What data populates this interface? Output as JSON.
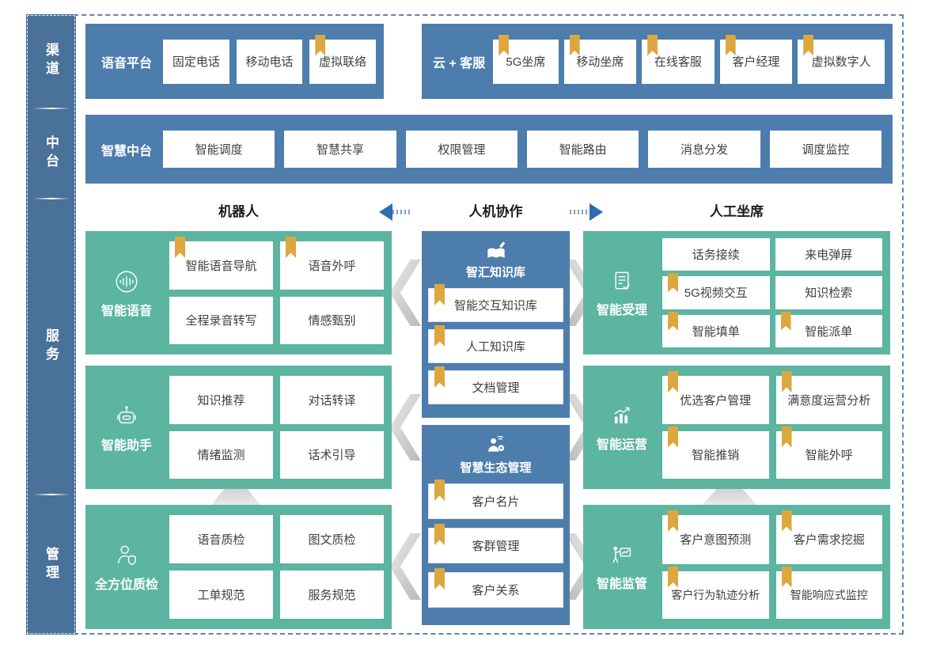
{
  "colors": {
    "block_blue": "#4d7dad",
    "sidebar_blue": "#4a7199",
    "teal": "#5bb5a0",
    "bookmark_gold": "#dda73f",
    "arrow_blue": "#2e6cb5",
    "frame_dash_blue": "#5d85b2"
  },
  "sidebar": {
    "items": [
      {
        "label": "渠道"
      },
      {
        "label": "中台"
      },
      {
        "label": "服务"
      },
      {
        "label": "管理"
      }
    ]
  },
  "channel_row": {
    "voice_platform": {
      "title": "语音平台",
      "items": [
        {
          "label": "固定电话",
          "bookmark": false
        },
        {
          "label": "移动电话",
          "bookmark": false
        },
        {
          "label": "虚拟联络",
          "bookmark": true
        }
      ]
    },
    "cloud_service": {
      "title": "云 + 客服",
      "items": [
        {
          "label": "5G坐席",
          "bookmark": true
        },
        {
          "label": "移动坐席",
          "bookmark": true
        },
        {
          "label": "在线客服",
          "bookmark": true
        },
        {
          "label": "客户经理",
          "bookmark": true
        },
        {
          "label": "虚拟数字人",
          "bookmark": true
        }
      ]
    }
  },
  "platform_row": {
    "title": "智慧中台",
    "items": [
      {
        "label": "智能调度"
      },
      {
        "label": "智慧共享"
      },
      {
        "label": "权限管理"
      },
      {
        "label": "智能路由"
      },
      {
        "label": "消息分发"
      },
      {
        "label": "调度监控"
      }
    ]
  },
  "section_headers": {
    "robot": "机器人",
    "collaboration": "人机协作",
    "agent": "人工坐席"
  },
  "robot_column": [
    {
      "title": "智能语音",
      "icon": "voice-icon",
      "items": [
        {
          "label": "智能语音导航",
          "bookmark": true
        },
        {
          "label": "语音外呼",
          "bookmark": true
        },
        {
          "label": "全程录音转写",
          "bookmark": false
        },
        {
          "label": "情感甄别",
          "bookmark": false
        }
      ]
    },
    {
      "title": "智能助手",
      "icon": "robot-icon",
      "items": [
        {
          "label": "知识推荐",
          "bookmark": false
        },
        {
          "label": "对话转译",
          "bookmark": false
        },
        {
          "label": "情绪监测",
          "bookmark": false
        },
        {
          "label": "话术引导",
          "bookmark": false
        }
      ]
    },
    {
      "title": "全方位质检",
      "icon": "inspector-icon",
      "items": [
        {
          "label": "语音质检",
          "bookmark": false
        },
        {
          "label": "图文质检",
          "bookmark": false
        },
        {
          "label": "工单规范",
          "bookmark": false
        },
        {
          "label": "服务规范",
          "bookmark": false
        }
      ]
    }
  ],
  "center_column": [
    {
      "title": "智汇知识库",
      "icon": "knowledge-icon",
      "items": [
        {
          "label": "智能交互知识库",
          "bookmark": true
        },
        {
          "label": "人工知识库",
          "bookmark": true
        },
        {
          "label": "文档管理",
          "bookmark": true
        }
      ]
    },
    {
      "title": "智慧生态管理",
      "icon": "ecosystem-icon",
      "items": [
        {
          "label": "客户名片",
          "bookmark": true
        },
        {
          "label": "客群管理",
          "bookmark": true
        },
        {
          "label": "客户关系",
          "bookmark": true
        }
      ]
    }
  ],
  "agent_column": [
    {
      "title": "智能受理",
      "icon": "intake-icon",
      "items": [
        {
          "label": "话务接续",
          "bookmark": false
        },
        {
          "label": "来电弹屏",
          "bookmark": false
        },
        {
          "label": "5G视频交互",
          "bookmark": true
        },
        {
          "label": "知识检索",
          "bookmark": false
        },
        {
          "label": "智能填单",
          "bookmark": true
        },
        {
          "label": "智能派单",
          "bookmark": true
        }
      ]
    },
    {
      "title": "智能运营",
      "icon": "operations-icon",
      "items": [
        {
          "label": "优选客户管理",
          "bookmark": true
        },
        {
          "label": "满意度运营分析",
          "bookmark": true
        },
        {
          "label": "智能推销",
          "bookmark": true
        },
        {
          "label": "智能外呼",
          "bookmark": true
        }
      ]
    },
    {
      "title": "智能监管",
      "icon": "supervision-icon",
      "items": [
        {
          "label": "客户意图预测",
          "bookmark": true
        },
        {
          "label": "客户需求挖掘",
          "bookmark": true
        },
        {
          "label": "客户行为轨迹分析",
          "bookmark": true
        },
        {
          "label": "智能响应式监控",
          "bookmark": true
        }
      ]
    }
  ]
}
